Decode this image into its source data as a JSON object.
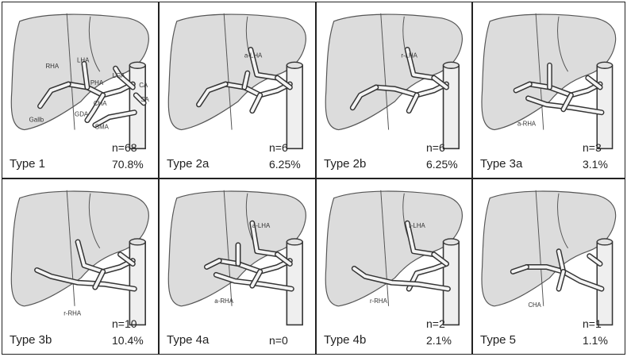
{
  "panels": [
    {
      "type": "Type 1",
      "n": "n=68",
      "percent": "70.8%",
      "variant": "type1",
      "labels": [
        "RHA",
        "LHA",
        "PHA",
        "LGA",
        "CHA",
        "GDA",
        "SMA",
        "CA",
        "SA",
        "Gallb"
      ]
    },
    {
      "type": "Type 2a",
      "n": "n=6",
      "percent": "6.25%",
      "variant": "type2a",
      "labels": [
        "a-LHA"
      ]
    },
    {
      "type": "Type 2b",
      "n": "n=6",
      "percent": "6.25%",
      "variant": "type2b",
      "labels": [
        "r-LHA"
      ]
    },
    {
      "type": "Type 3a",
      "n": "n=3",
      "percent": "3.1%",
      "variant": "type3a",
      "labels": [
        "a-RHA"
      ]
    },
    {
      "type": "Type 3b",
      "n": "n=10",
      "percent": "10.4%",
      "variant": "type3b",
      "labels": [
        "r-RHA"
      ]
    },
    {
      "type": "Type 4a",
      "n": "n=0",
      "percent": "",
      "variant": "type4a",
      "labels": [
        "a-LHA",
        "a-RHA"
      ]
    },
    {
      "type": "Type 4b",
      "n": "n=2",
      "percent": "2.1%",
      "variant": "type4b",
      "labels": [
        "r-LHA",
        "r-RHA"
      ]
    },
    {
      "type": "Type 5",
      "n": "n=1",
      "percent": "1.1%",
      "variant": "type5",
      "labels": [
        "CHA"
      ]
    }
  ]
}
